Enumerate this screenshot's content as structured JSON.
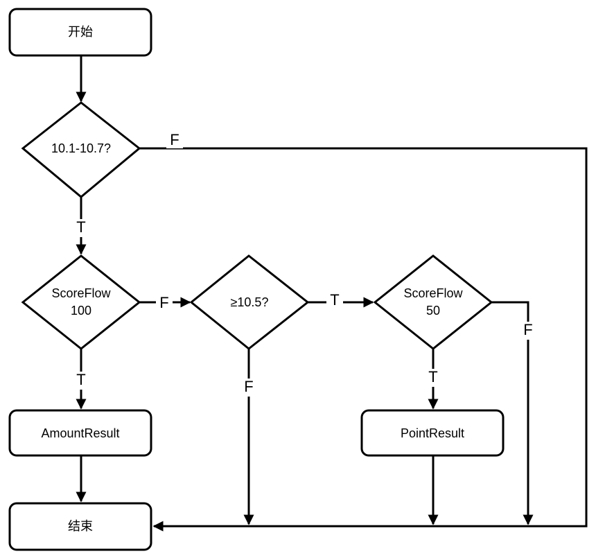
{
  "nodes": {
    "start": "开始",
    "cond_date": "10.1-10.7?",
    "cond_scoreflow100_line1": "ScoreFlow",
    "cond_scoreflow100_line2": "100",
    "cond_ge105": "≥10.5?",
    "cond_scoreflow50_line1": "ScoreFlow",
    "cond_scoreflow50_line2": "50",
    "amount_result": "AmountResult",
    "point_result": "PointResult",
    "end": "结束"
  },
  "edge_labels": {
    "date_false": "F",
    "date_true": "T",
    "sf100_false": "F",
    "sf100_true": "T",
    "ge105_true": "T",
    "ge105_false": "F",
    "sf50_true": "T",
    "sf50_false": "F"
  },
  "colors": {
    "stroke": "#000000",
    "fill": "#ffffff"
  }
}
